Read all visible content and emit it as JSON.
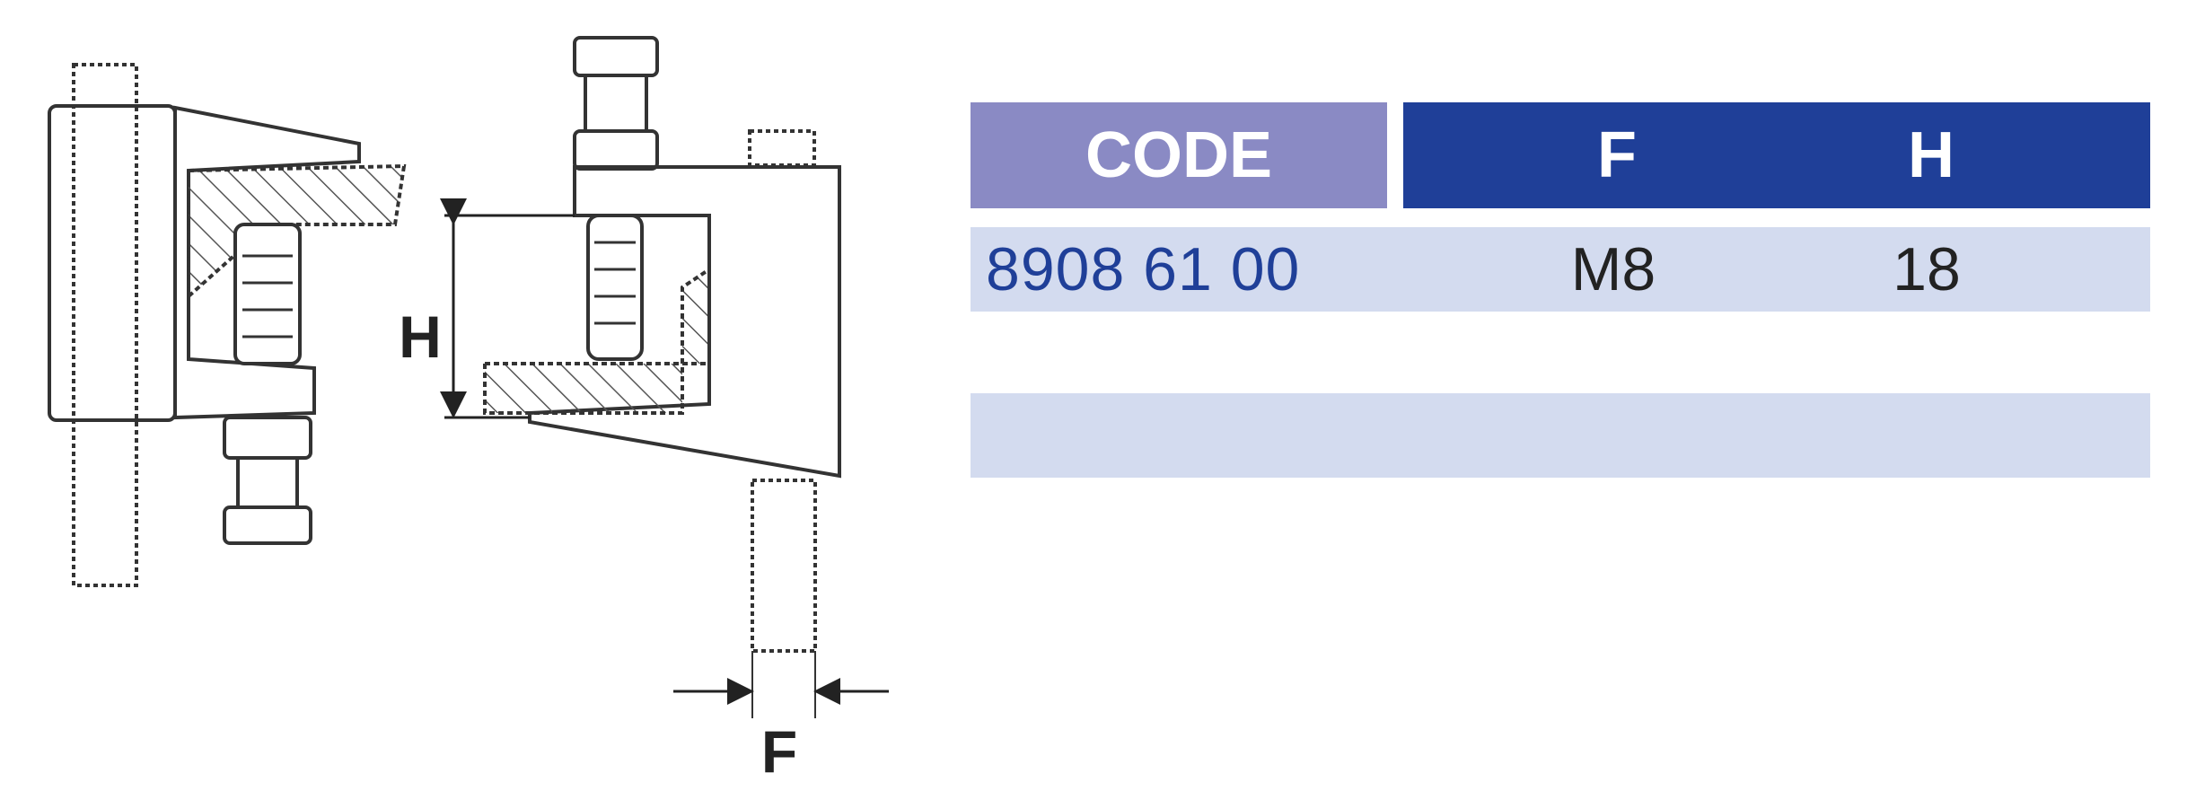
{
  "drawing": {
    "dimension_h": "H",
    "dimension_f": "F"
  },
  "table": {
    "headers": {
      "code": "CODE",
      "f": "F",
      "h": "H"
    },
    "rows": [
      {
        "code": "8908 61 00",
        "f": "M8",
        "h": "18"
      }
    ]
  },
  "colors": {
    "code_header_bg": "#8a8ac4",
    "dims_header_bg": "#1f3f98",
    "row_bg": "#d3dbef",
    "code_text": "#1f3f98"
  }
}
